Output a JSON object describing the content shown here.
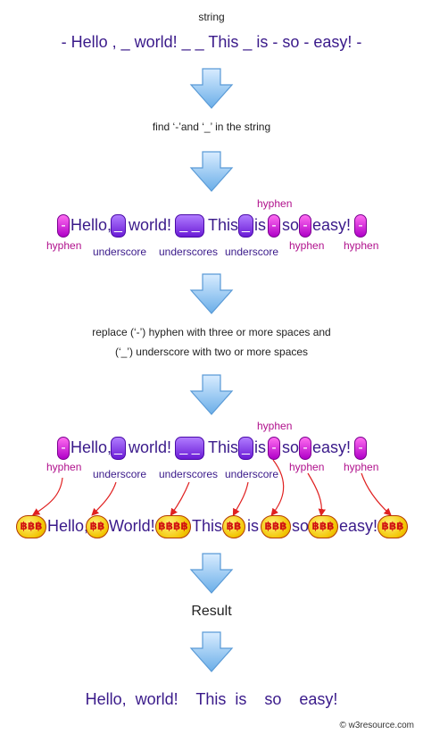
{
  "title_label": "string",
  "input_string": "- Hello , _ world! _ _ This _ is - so - easy! -",
  "step_find": "find ‘-’and ‘_’ in the string",
  "step_replace_line1": "replace (‘-’) hyphen with three or more spaces and",
  "step_replace_line2": "(‘_’) underscore with two or more spaces",
  "result_label": "Result",
  "result_string": "Hello,  world!    This  is    so    easy!",
  "watermark": "© w3resource.com",
  "tokens": {
    "hello": "Hello,",
    "world": "world!",
    "world_cap": "World!",
    "this": "This",
    "is": "is",
    "so": "so",
    "easy": "easy!"
  },
  "symbols": {
    "hyphen": "-",
    "underscore": "_",
    "double_underscore": "_ _",
    "triple_space": "฿฿฿",
    "double_space": "฿฿",
    "quad_space": "฿฿฿฿"
  },
  "labels": {
    "hyphen": "hyphen",
    "underscore": "underscore",
    "underscores": "underscores"
  },
  "colors": {
    "arrow_fill": "#8fc4f0",
    "hyphen_pill": "#d21fe0",
    "underscore_pill": "#7a2ee6",
    "text": "#3a1a8a",
    "connector": "#e02020",
    "coin": "#f2c400"
  }
}
